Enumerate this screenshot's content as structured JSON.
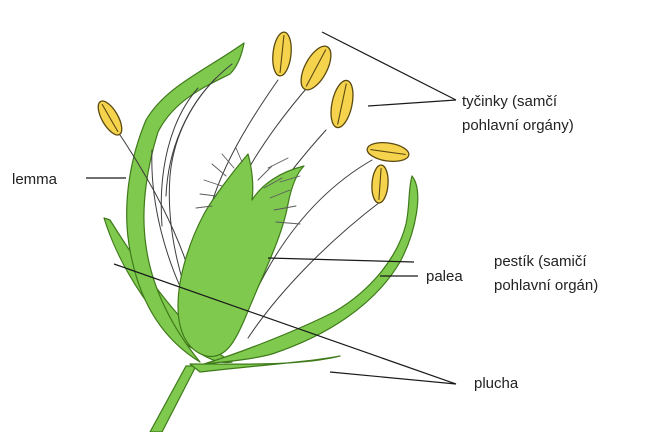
{
  "labels": {
    "lemma": "lemma",
    "stamens_line1": "tyčinky (samčí",
    "stamens_line2": "pohlavní orgány)",
    "pistil_line1": "pestík (samičí",
    "pistil_line2": "pohlavní orgán)",
    "palea": "palea",
    "glume": "plucha"
  },
  "colors": {
    "leaf_green": "#7fc94f",
    "anther_yellow": "#f5d34d",
    "filament": "#3c3c3c",
    "leader_line": "#1a1a1a"
  }
}
